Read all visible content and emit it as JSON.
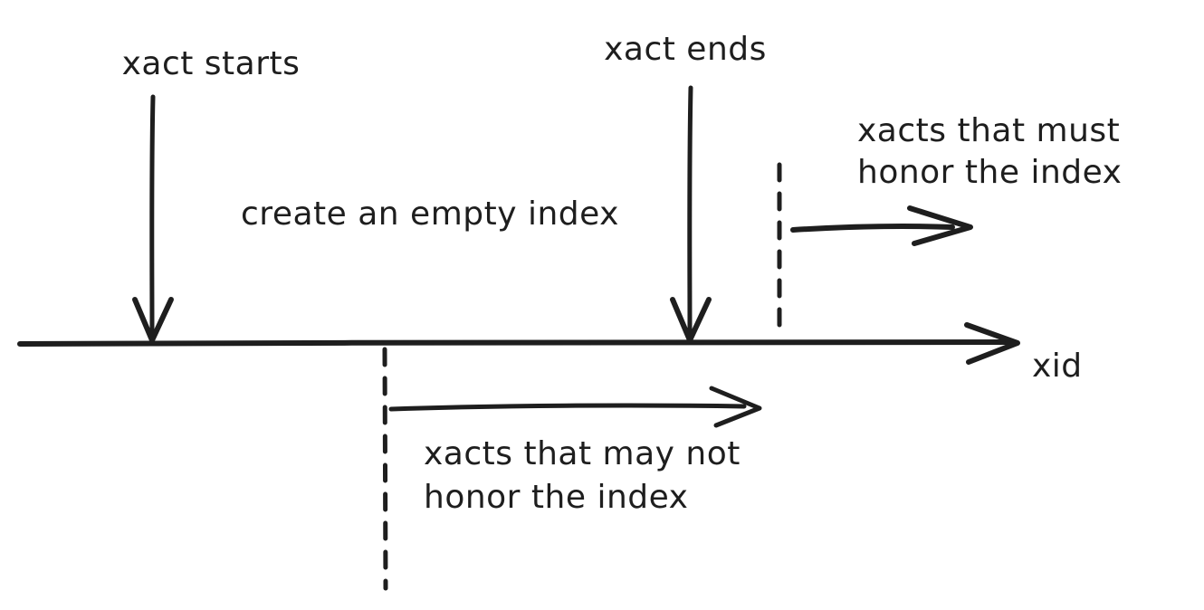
{
  "labels": {
    "xact_starts": "xact starts",
    "xact_ends": "xact ends",
    "create_index": "create an empty index",
    "axis": "xid",
    "must_honor_line1": "xacts that must",
    "must_honor_line2": "honor the index",
    "may_not_honor_line1": "xacts that may not",
    "may_not_honor_line2": "honor the index"
  },
  "colors": {
    "ink": "#1e1e1e",
    "red_arrow": "#e03131",
    "green_arrow": "#2f9e44",
    "background": "#ffffff"
  }
}
